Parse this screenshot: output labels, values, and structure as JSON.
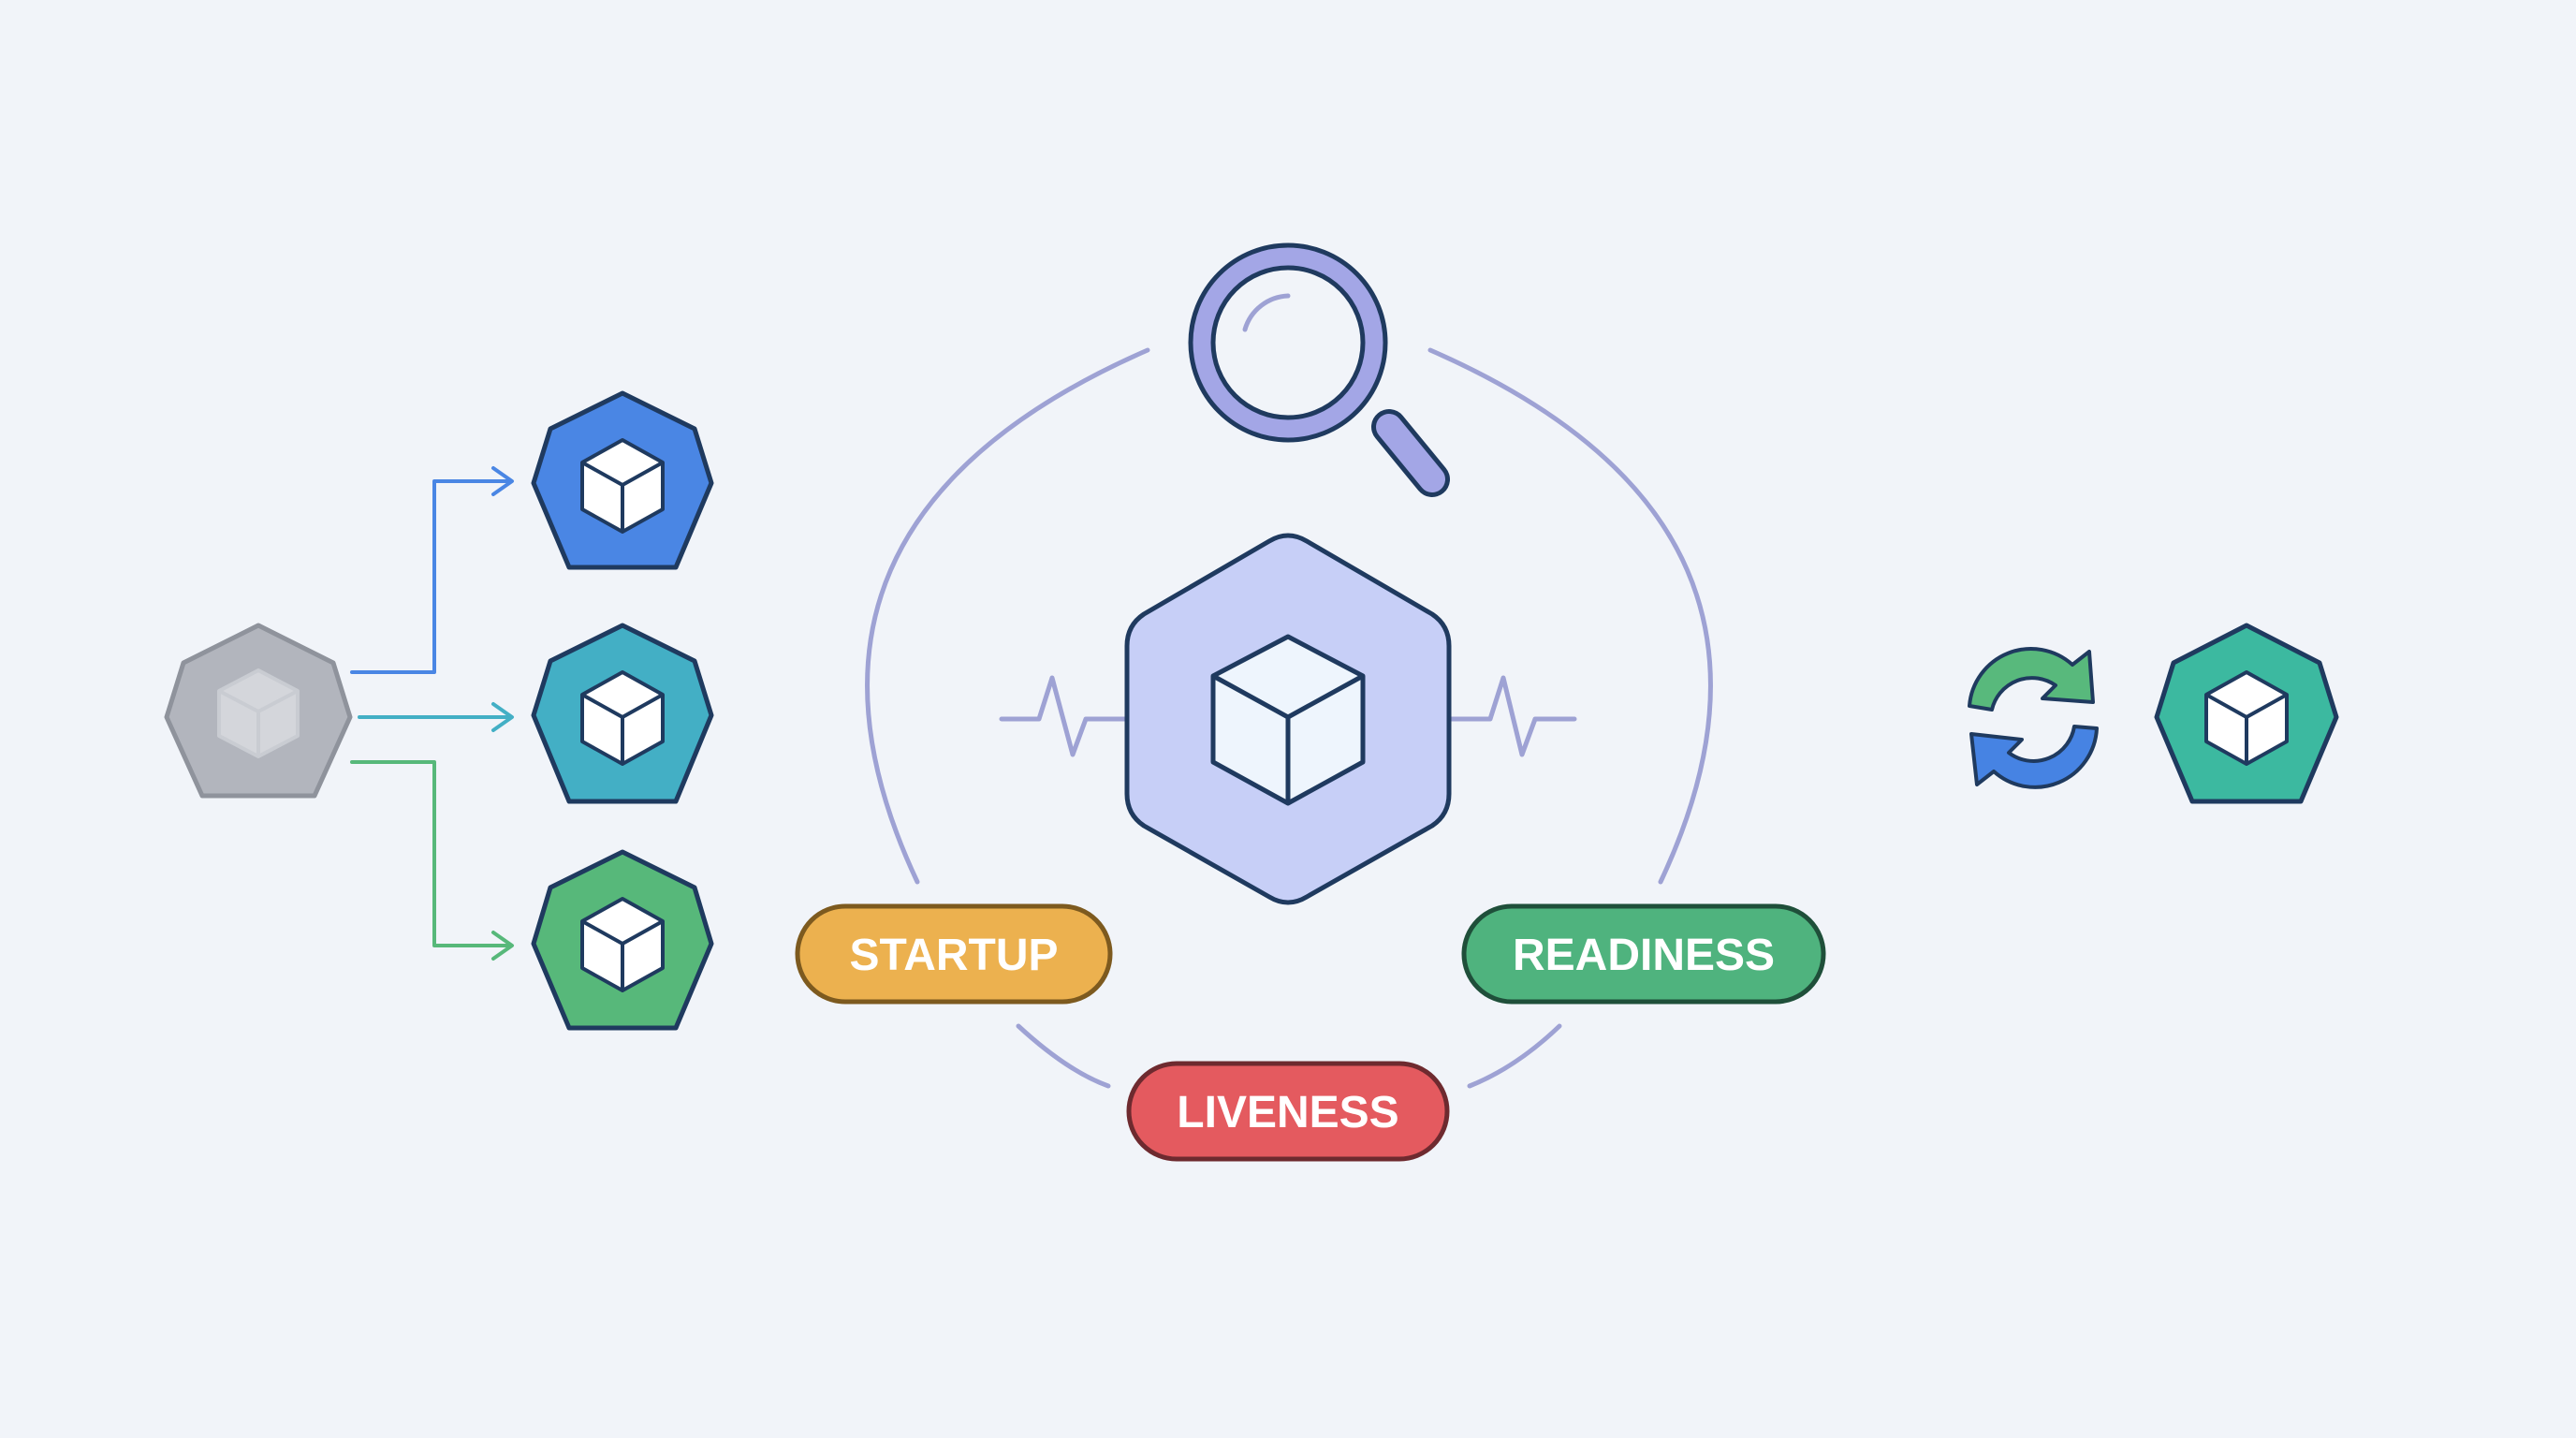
{
  "probes": {
    "startup": {
      "label": "STARTUP",
      "color": "#ecb14f"
    },
    "liveness": {
      "label": "LIVENESS",
      "color": "#e45a5f"
    },
    "readiness": {
      "label": "READINESS",
      "color": "#4fb37e"
    }
  },
  "colors": {
    "background": "#f1f4f9",
    "outline": "#1f3a5f",
    "pod_source": "#b2b5bd",
    "pod_blue": "#4a86e4",
    "pod_teal": "#43afc5",
    "pod_green": "#57b87a",
    "pod_restarted": "#3cb9a0",
    "center_pod": "#c7cff7",
    "ring": "#9ea2d4",
    "magnifier": "#a3a6e6",
    "refresh_green": "#58b97c",
    "refresh_blue": "#4683e3"
  }
}
